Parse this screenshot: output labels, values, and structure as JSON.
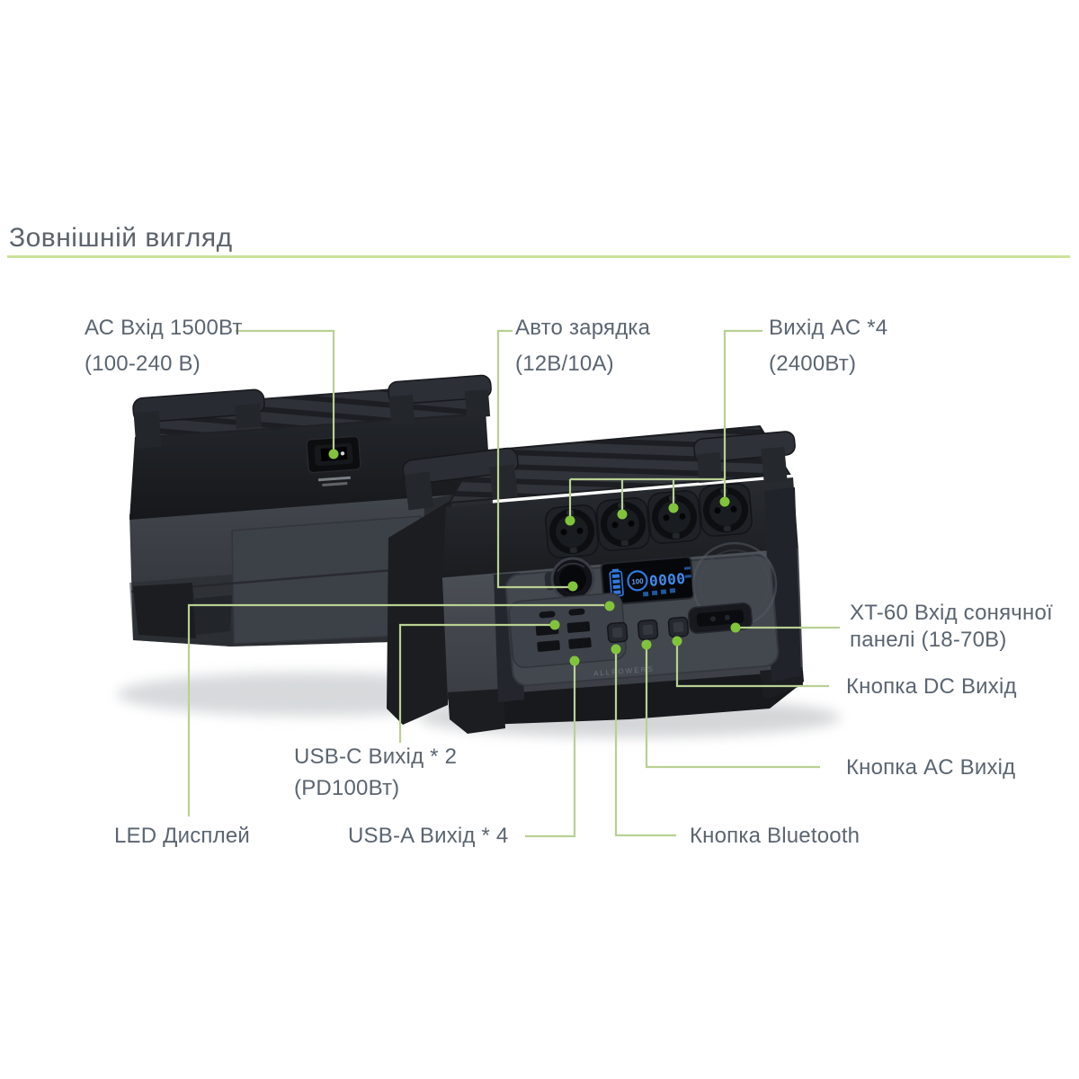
{
  "page": {
    "title": "Зовнішній вигляд"
  },
  "callouts": {
    "ac_input": {
      "line1": "АС Вхід 1500Вт",
      "line2": "(100-240 В)"
    },
    "car_charge": {
      "line1": "Авто зарядка",
      "line2": "(12В/10А)"
    },
    "ac_output": {
      "line1": "Вихід AC *4",
      "line2": "(2400Вт)"
    },
    "solar_input": {
      "line1": "XT-60 Вхід сонячної",
      "line2": "панелі (18-70В)"
    },
    "dc_button": {
      "line1": "Кнопка DC Вихід"
    },
    "ac_button": {
      "line1": "Кнопка AC Вихід"
    },
    "bt_button": {
      "line1": "Кнопка Bluetooth"
    },
    "usb_c": {
      "line1": "USB-C Вихід * 2",
      "line2": "(PD100Вт)"
    },
    "usb_a": {
      "line1": "USB-A Вихід * 4"
    },
    "led": {
      "line1": "LED Дисплей"
    }
  },
  "device": {
    "brand": "ALLPOWERS",
    "lcd": {
      "percent": "100",
      "power": "0000"
    }
  },
  "colors": {
    "title_underline": "#cbe29b",
    "callout_line": "#b9d093",
    "callout_dot": "#82c33c",
    "label_text": "#5b6570",
    "lcd_blue": "#3f8df0"
  }
}
